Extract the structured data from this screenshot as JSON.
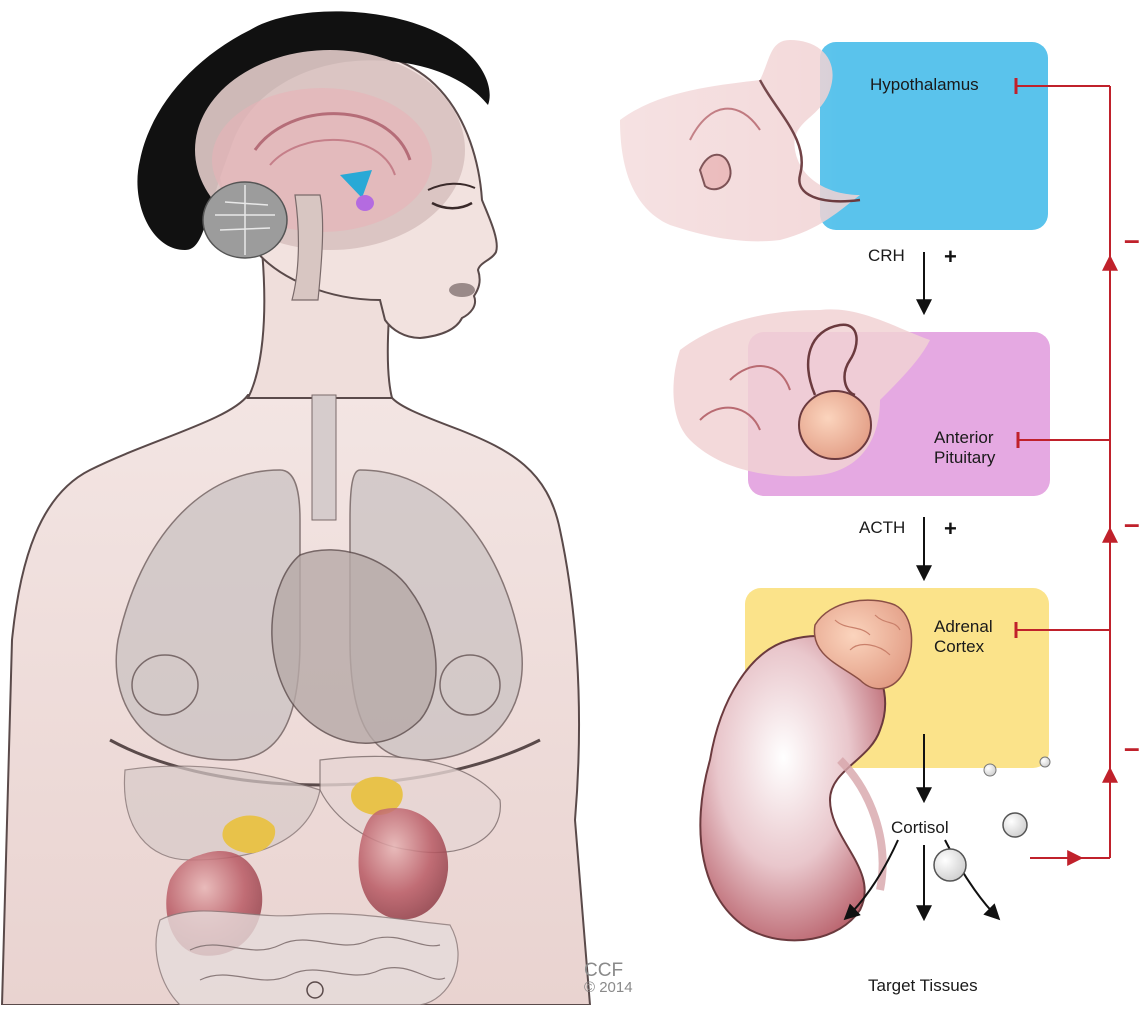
{
  "labels": {
    "hypothalamus": "Hypothalamus",
    "crh": "CRH",
    "acth": "ACTH",
    "anterior_pituitary_line1": "Anterior",
    "anterior_pituitary_line2": "Pituitary",
    "adrenal_cortex_line1": "Adrenal",
    "adrenal_cortex_line2": "Cortex",
    "cortisol": "Cortisol",
    "target_tissues": "Target Tissues"
  },
  "signs": {
    "stimulate": "+",
    "inhibit": "–"
  },
  "credit": {
    "line1": "CCF",
    "line2": "© 2014"
  },
  "colors": {
    "hypothalamus_box": "#5ac3ec",
    "pituitary_box": "#e5a9e2",
    "adrenal_box": "#fbe38a",
    "feedback_line": "#c0212b",
    "skin": "#f1e1df",
    "hair": "#111111",
    "kidney": "#b95a64",
    "adrenal_gland": "#e8c24a"
  }
}
